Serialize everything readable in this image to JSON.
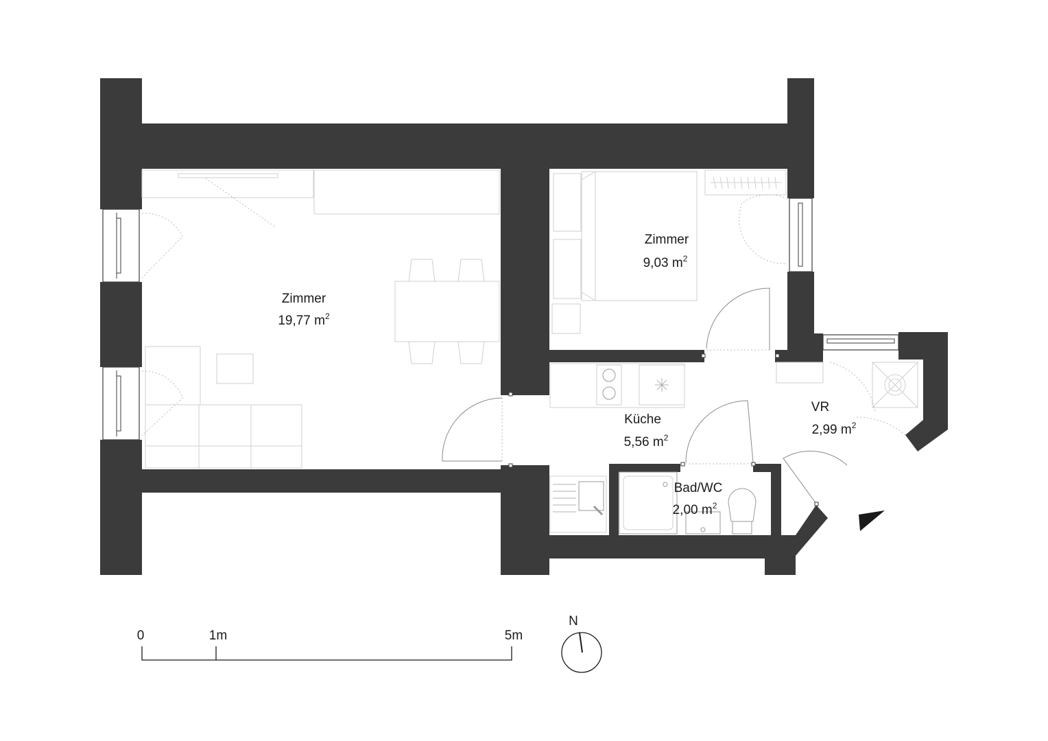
{
  "rooms": {
    "living": {
      "name": "Zimmer",
      "area": "19,77 m",
      "unit_sup": "2"
    },
    "bedroom": {
      "name": "Zimmer",
      "area": "9,03 m",
      "unit_sup": "2"
    },
    "kitchen": {
      "name": "Küche",
      "area": "5,56 m",
      "unit_sup": "2"
    },
    "entry": {
      "name": "VR",
      "area": "2,99 m",
      "unit_sup": "2"
    },
    "bath": {
      "name": "Bad/WC",
      "area": "2,00 m",
      "unit_sup": "2"
    }
  },
  "scale_bar": {
    "zero": "0",
    "one": "1m",
    "five": "5m"
  },
  "north_arrow": {
    "label": "N"
  },
  "colors": {
    "wall": "#3b3b3b",
    "furniture": "#cfcfcf",
    "text": "#1a1a1a"
  }
}
